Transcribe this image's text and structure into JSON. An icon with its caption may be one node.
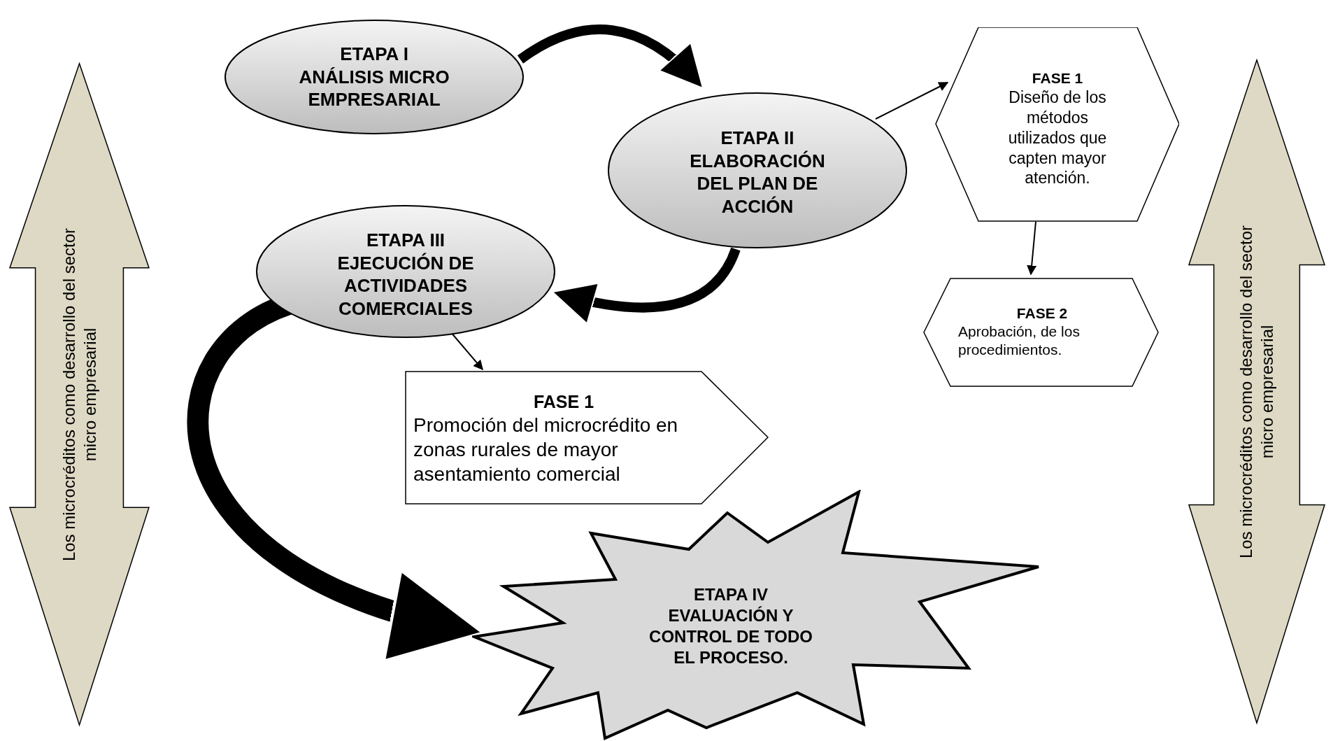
{
  "diagram": {
    "nodes": [
      {
        "text": [
          "Los microcréditos como desarrollo del sector micro empresarial"
        ]
      },
      {
        "text": [
          "ETAPA I",
          "ANÁLISIS MICRO EMPRESARIAL"
        ]
      },
      {
        "text": [
          "ETAPA II",
          "ELABORACIÓN DEL PLAN DE ACCIÓN"
        ]
      },
      {
        "text": [
          "ETAPA III",
          "EJECUCIÓN DE ACTIVIDADES COMERCIALES"
        ]
      },
      {
        "text": [
          "FASE 1",
          "Diseño de los métodos utilizados que capten mayor atención."
        ]
      },
      {
        "text": [
          "FASE 2",
          "Aprobación, de los procedimientos."
        ]
      },
      {
        "text": [
          "FASE 1",
          "Promoción del microcrédito en zonas rurales de mayor asentamiento comercial"
        ]
      },
      {
        "text": [
          "ETAPA IV",
          "EVALUACIÓN Y CONTROL DE TODO EL PROCESO."
        ]
      },
      {
        "text": [
          "Los microcréditos como desarrollo del sector micro empresarial"
        ]
      }
    ],
    "edges": [
      {
        "from": 1,
        "to": 2,
        "arrow": "to",
        "style": "thick"
      },
      {
        "from": 2,
        "to": 3,
        "arrow": "to",
        "style": "thick"
      },
      {
        "from": 3,
        "to": 7,
        "arrow": "to",
        "style": "thick"
      },
      {
        "from": 2,
        "to": 4,
        "arrow": "to"
      },
      {
        "from": 4,
        "to": 5,
        "arrow": "to"
      },
      {
        "from": 3,
        "to": 6,
        "arrow": "to"
      }
    ]
  }
}
